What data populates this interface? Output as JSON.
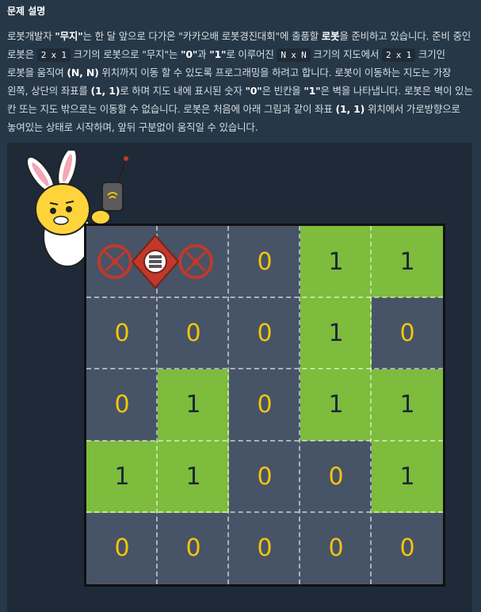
{
  "header": {
    "title": "문제 설명"
  },
  "description": {
    "p1": "로봇개발자 ",
    "p2": "\"무지\"",
    "p3": "는 한 달 앞으로 다가온 \"카카오배 로봇경진대회\"에 출품할 ",
    "p4": "로봇",
    "p5": "을 준비하고 있습니다. 준비 중인 로봇은 ",
    "code1": "2 x 1",
    "p6": " 크기의 로봇으로 \"무지\"는 ",
    "p7": "\"0\"",
    "p8": "과 ",
    "p9": "\"1\"",
    "p10": "로 이루어진 ",
    "code2": "N x N",
    "p11": " 크기의 지도에서 ",
    "code3": "2 x 1",
    "p12": " 크기인 로봇을 움직여 ",
    "p13": "(N, N)",
    "p14": " 위치까지 이동 할 수 있도록 프로그래밍을 하려고 합니다. 로봇이 이동하는 지도는 가장 왼쪽, 상단의 좌표를 ",
    "p15": "(1, 1)",
    "p16": "로 하며 지도 내에 표시된 숫자 ",
    "p17": "\"0\"",
    "p18": "은 빈칸을 ",
    "p19": "\"1\"",
    "p20": "은 벽을 나타냅니다. 로봇은 벽이 있는 칸 또는 지도 밖으로는 이동할 수 없습니다. 로봇은 처음에 아래 그림과 같이 좌표 ",
    "p21": "(1, 1)",
    "p22": " 위치에서 가로방향으로 놓여있는 상태로 시작하며, 앞뒤 구분없이 움직일 수 있습니다."
  },
  "figure": {
    "grid": [
      [
        "",
        "",
        "0",
        "1",
        "1"
      ],
      [
        "0",
        "0",
        "0",
        "1",
        "0"
      ],
      [
        "0",
        "1",
        "0",
        "1",
        "1"
      ],
      [
        "1",
        "1",
        "0",
        "0",
        "1"
      ],
      [
        "0",
        "0",
        "0",
        "0",
        "0"
      ]
    ],
    "colors": {
      "empty": "#475366",
      "wall": "#7dbc3c",
      "zero_text": "#f1c40f",
      "one_text": "#1a2733",
      "robot": "#c0392b"
    },
    "icons": [
      "robot-icon",
      "rabbit-mascot-icon"
    ]
  }
}
